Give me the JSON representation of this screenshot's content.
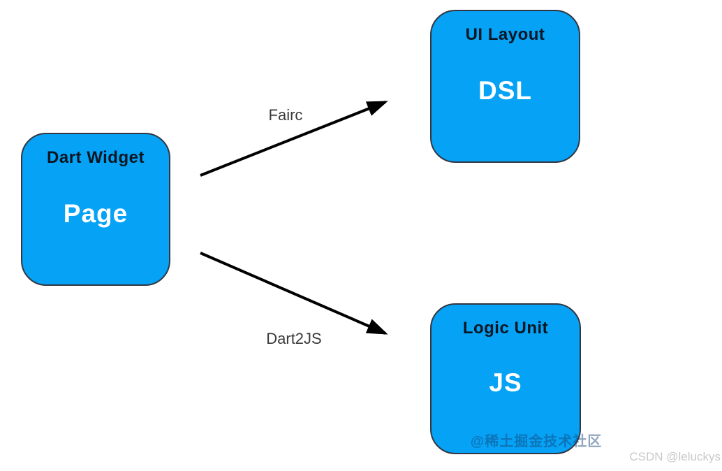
{
  "diagram": {
    "nodes": [
      {
        "id": "page",
        "title": "Dart Widget",
        "body": "Page"
      },
      {
        "id": "dsl",
        "title": "UI Layout",
        "body": "DSL"
      },
      {
        "id": "js",
        "title": "Logic Unit",
        "body": "JS"
      }
    ],
    "edges": [
      {
        "from": "page",
        "to": "dsl",
        "label": "Fairc"
      },
      {
        "from": "page",
        "to": "js",
        "label": "Dart2JS"
      }
    ]
  },
  "watermarks": {
    "juejin": "@稀土掘金技术社区",
    "csdn": "CSDN @leluckys"
  },
  "colors": {
    "node_fill": "#05a2f6",
    "node_border": "#323743",
    "node_title_text": "#0b1622",
    "node_body_text": "#ffffff",
    "arrow": "#000000",
    "edge_label_text": "#3a3a3a",
    "csdn_watermark_text": "#c9c9c9"
  }
}
